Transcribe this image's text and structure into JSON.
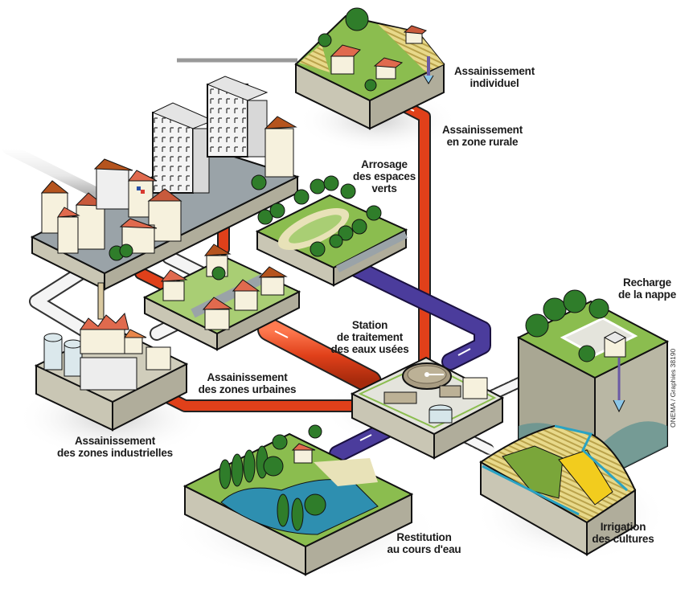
{
  "title": "Réutilisation des eaux usées traitées",
  "labels": {
    "individuel": [
      "Assainissement",
      "individuel"
    ],
    "rurale": [
      "Assainissement",
      "en zone rurale"
    ],
    "arrosage": [
      "Arrosage",
      "des espaces",
      "verts"
    ],
    "station": [
      "Station",
      "de traitement",
      "des eaux usées"
    ],
    "recharge": [
      "Recharge",
      "de la nappe"
    ],
    "urbaines": [
      "Assainissement",
      "des zones urbaines"
    ],
    "industrielles": [
      "Assainissement",
      "des zones industrielles"
    ],
    "restitution": [
      "Restitution",
      "au cours d'eau"
    ],
    "irrigation": [
      "Irrigation",
      "des cultures"
    ]
  },
  "credit": "ONEMA / Graphies 38190",
  "colors": {
    "wastewater_pipe": "#e0401a",
    "treated_pipe": "#4b3c9c",
    "clean_pipe": "#f2f2f2",
    "grass": "#8bbd4f",
    "tile_side": "#c9c6b4",
    "water": "#2e8fb0",
    "roof": "#e06a4e",
    "field_yellow": "#f2cc1e"
  }
}
